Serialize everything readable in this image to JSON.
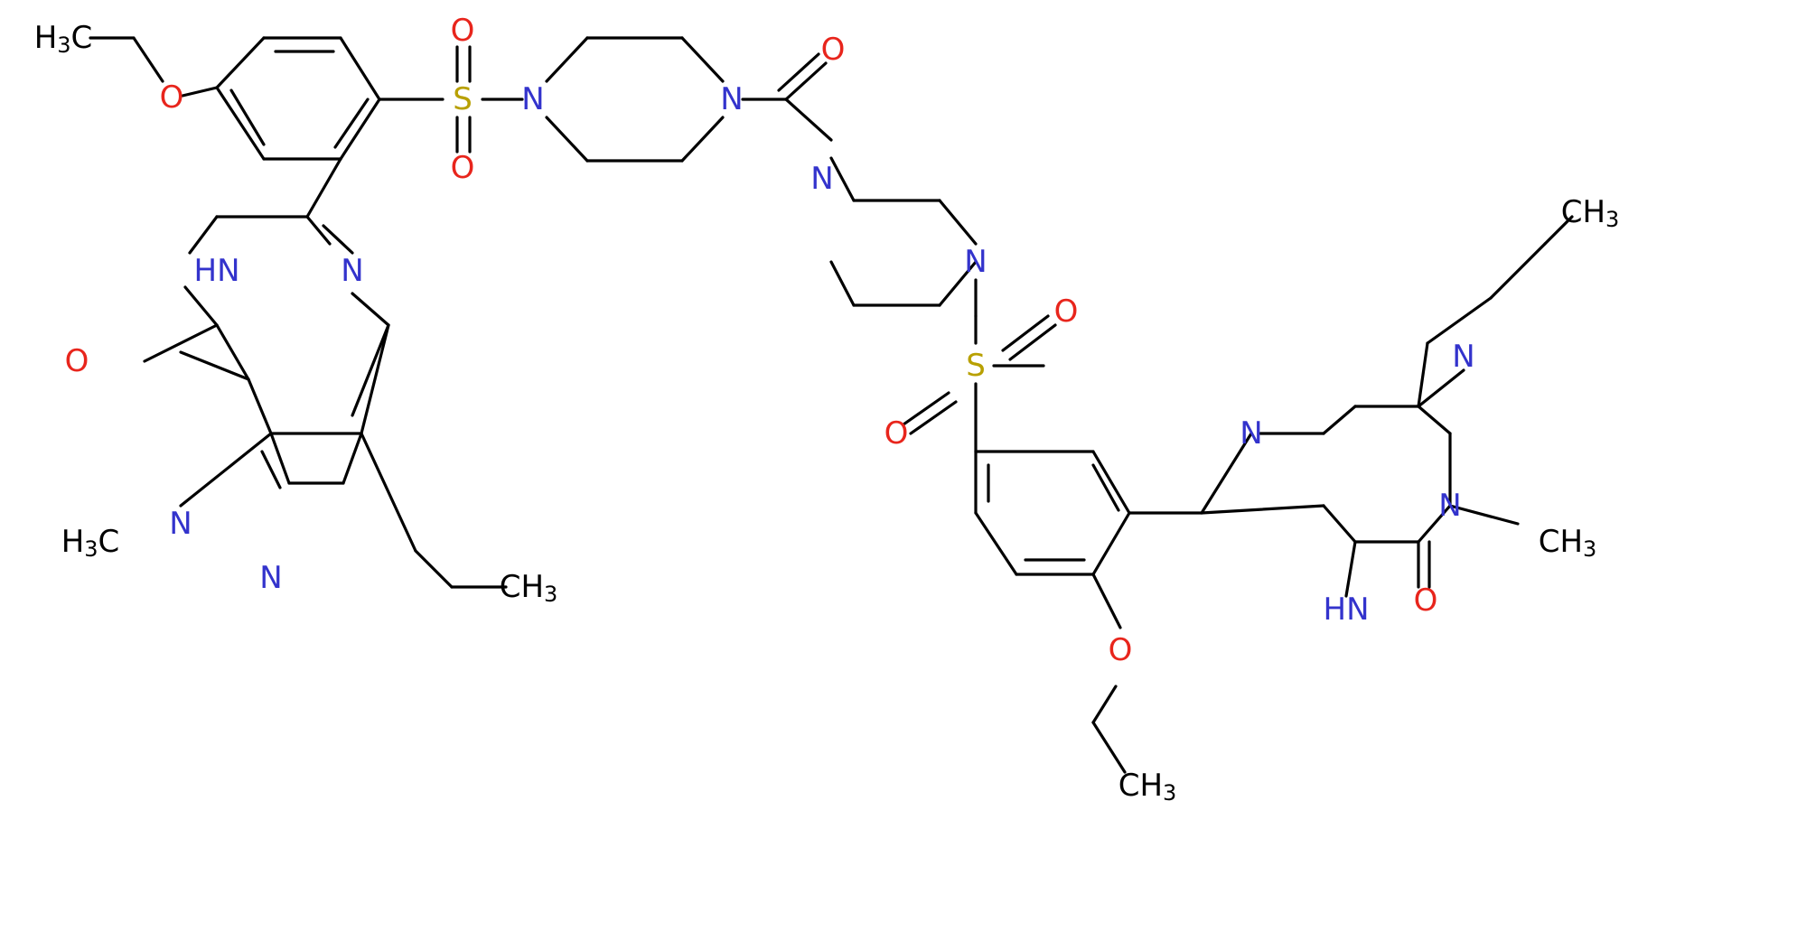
{
  "colors": {
    "bond": "#000000",
    "carbon": "#000000",
    "nitrogen": "#3333cc",
    "oxygen": "#e8251c",
    "sulfur": "#b8a000"
  },
  "atoms": {
    "ch3_ethoxy_left": "H3C",
    "o_ethoxy_left": "O",
    "s_left": "S",
    "o_s_left_top": "O",
    "o_s_left_bottom": "O",
    "n_pip1_left": "N",
    "n_pip1_right": "N",
    "o_carbonyl": "O",
    "n_pip2_top": "N",
    "n_pip2_bottom": "N",
    "s_right": "S",
    "o_s_right_top": "O",
    "o_s_right_bottom": "O",
    "nh_left": "HN",
    "n_pyrimidine_left": "N",
    "o_keto_left": "O",
    "n1_pyrazole_left": "N",
    "n2_pyrazole_left": "N",
    "ch3_nmethyl_left": "H3C",
    "ch3_propyl_left": "CH3",
    "ch3_propyl_right": "CH3",
    "n_pyrimidine_right": "N",
    "n2_pyrazole_right": "N",
    "n1_pyrazole_right": "N",
    "ch3_nmethyl_right": "CH3",
    "nh_right": "HN",
    "o_keto_right": "O",
    "o_ethoxy_right": "O",
    "ch3_ethoxy_right": "CH3"
  }
}
